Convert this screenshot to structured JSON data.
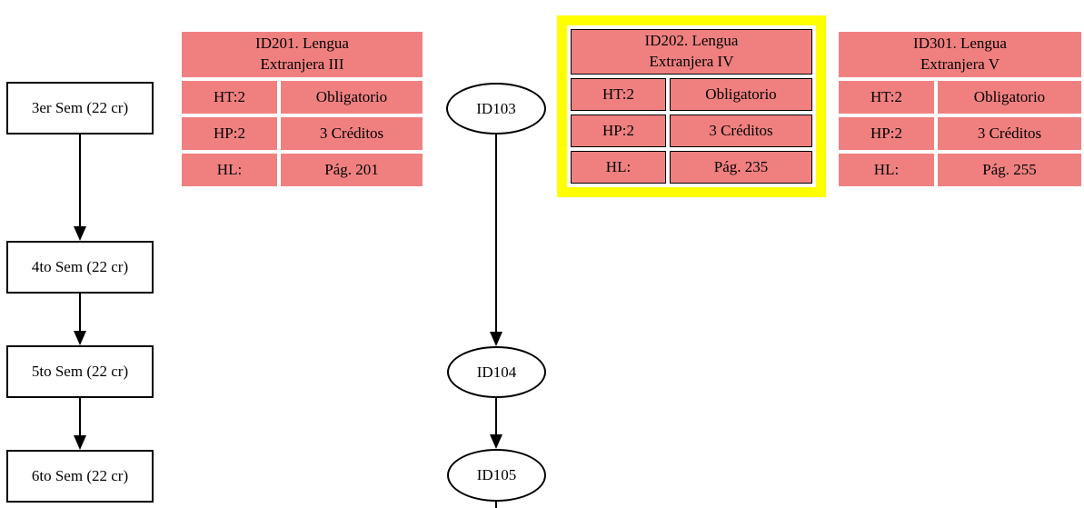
{
  "diagram": {
    "background_color": "#ffffff",
    "node_fill_color": "#f08080",
    "highlight_color": "#ffff00",
    "stroke_color": "#000000"
  },
  "semesters": [
    {
      "label": "3er Sem (22 cr)"
    },
    {
      "label": "4to Sem (22 cr)"
    },
    {
      "label": "5to Sem (22 cr)"
    },
    {
      "label": "6to Sem (22 cr)"
    }
  ],
  "id_nodes": [
    {
      "label": "ID103"
    },
    {
      "label": "ID104"
    },
    {
      "label": "ID105"
    }
  ],
  "courses": [
    {
      "code": "ID201",
      "title_line1": "ID201. Lengua",
      "title_line2": "Extranjera III",
      "highlighted": false,
      "rows": [
        {
          "k": "HT:2",
          "v": "Obligatorio"
        },
        {
          "k": "HP:2",
          "v": "3 Créditos"
        },
        {
          "k": "HL:",
          "v": "Pág. 201"
        }
      ]
    },
    {
      "code": "ID202",
      "title_line1": "ID202. Lengua",
      "title_line2": "Extranjera IV",
      "highlighted": true,
      "rows": [
        {
          "k": "HT:2",
          "v": "Obligatorio"
        },
        {
          "k": "HP:2",
          "v": "3 Créditos"
        },
        {
          "k": "HL:",
          "v": "Pág. 235"
        }
      ]
    },
    {
      "code": "ID301",
      "title_line1": "ID301. Lengua",
      "title_line2": "Extranjera V",
      "highlighted": false,
      "rows": [
        {
          "k": "HT:2",
          "v": "Obligatorio"
        },
        {
          "k": "HP:2",
          "v": "3 Créditos"
        },
        {
          "k": "HL:",
          "v": "Pág. 255"
        }
      ]
    }
  ]
}
